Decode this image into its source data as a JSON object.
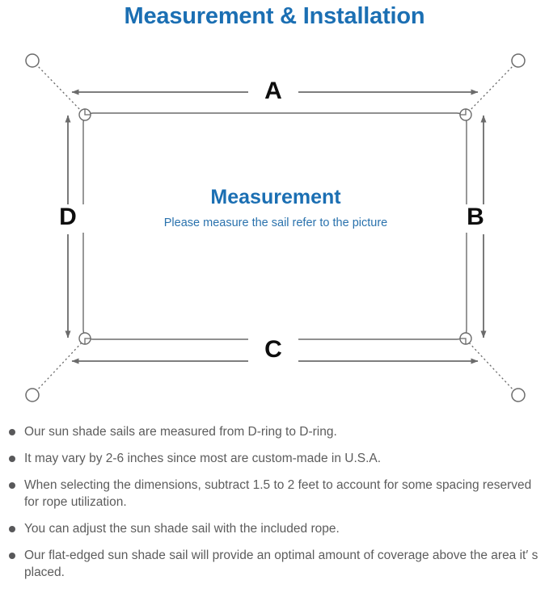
{
  "page": {
    "title": "Measurement & Installation",
    "title_color": "#1b6fb3",
    "background": "#ffffff"
  },
  "diagram": {
    "name": "sun-shade-sail-measurement-diagram",
    "sail": {
      "caption_title": "Measurement",
      "caption_subtitle": "Please measure the sail refer to the picture",
      "caption_title_color": "#1b6fb3",
      "caption_subtitle_color": "#2a72ad",
      "outline_color": "#6b6b6b",
      "fill_color": "#ffffff"
    },
    "dimension_labels": [
      {
        "id": "a",
        "label": "A",
        "edge": "top",
        "orientation": "horizontal"
      },
      {
        "id": "b",
        "label": "B",
        "edge": "right",
        "orientation": "vertical"
      },
      {
        "id": "c",
        "label": "C",
        "edge": "bottom",
        "orientation": "horizontal"
      },
      {
        "id": "d",
        "label": "D",
        "edge": "left",
        "orientation": "vertical"
      }
    ],
    "label_color": "#0d0d0d",
    "arrow_color": "#6b6b6b",
    "anchor_points": [
      {
        "id": "top-left",
        "corner": "top-left"
      },
      {
        "id": "top-right",
        "corner": "top-right"
      },
      {
        "id": "bottom-left",
        "corner": "bottom-left"
      },
      {
        "id": "bottom-right",
        "corner": "bottom-right"
      }
    ],
    "d_rings": [
      {
        "id": "d-ring-top-left",
        "corner": "top-left"
      },
      {
        "id": "d-ring-top-right",
        "corner": "top-right"
      },
      {
        "id": "d-ring-bottom-left",
        "corner": "bottom-left"
      },
      {
        "id": "d-ring-bottom-right",
        "corner": "bottom-right"
      }
    ],
    "rope_line_style": "dotted"
  },
  "notes": {
    "bullet_color": "#58585a",
    "text_color": "#5c5c5c",
    "items": [
      "Our sun shade sails are measured from D-ring to D-ring.",
      "It may vary by 2-6 inches since most are custom-made in U.S.A.",
      "When selecting the dimensions, subtract 1.5 to 2 feet to account for some spacing reserved for rope utilization.",
      "You can adjust the sun shade sail with the included rope.",
      "Our flat-edged sun shade sail will provide an optimal amount of coverage above the area it′  s placed."
    ]
  }
}
